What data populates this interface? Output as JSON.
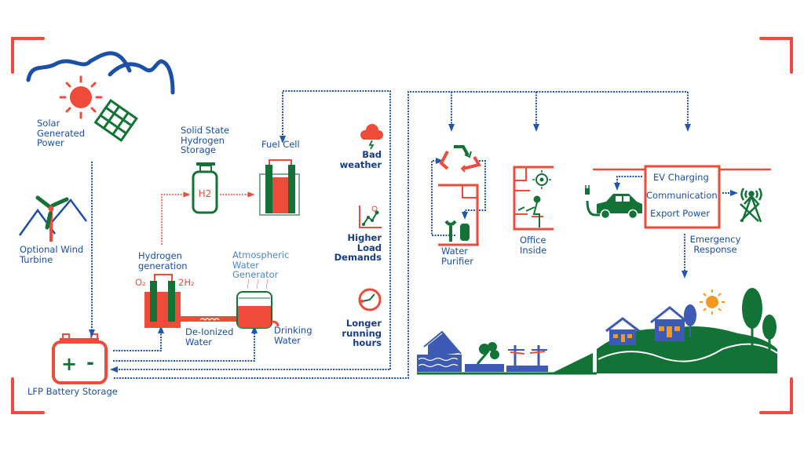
{
  "diagram": {
    "title": "Hybrid Energy Microgrid Resilience Diagram",
    "colors": {
      "accent_red": "#ef4b3a",
      "flow_blue": "#1f56b0",
      "label_blue": "#1a4fa3",
      "green": "#137337",
      "orange": "#f39a1d",
      "house_blue": "#3d5bb5"
    },
    "sources": {
      "solar": {
        "lines": [
          "Solar",
          "Generated",
          "Power"
        ],
        "icons": [
          "sun-icon",
          "solar-panel-icon"
        ]
      },
      "wind": {
        "lines": [
          "Optional Wind",
          "Turbine"
        ],
        "icon": "wind-turbine-icon"
      },
      "battery": {
        "label": "LFP Battery Storage",
        "icon": "battery-icon",
        "symbols": [
          "+",
          "-"
        ]
      }
    },
    "hydrogen": {
      "storage": {
        "lines": [
          "Solid State",
          "Hydrogen",
          "Storage"
        ],
        "tank_text": "H2"
      },
      "fuel_cell": {
        "label": "Fuel Cell"
      },
      "generation": {
        "lines": [
          "Hydrogen",
          "generation"
        ],
        "o2": "O₂",
        "h2": "2H₂"
      },
      "deionized": {
        "lines": [
          "De-Ionized",
          "Water"
        ]
      },
      "awg": {
        "lines": [
          "Atmospheric",
          "Water",
          "Generator"
        ]
      },
      "drinking": {
        "lines": [
          "Drinking",
          "Water"
        ]
      }
    },
    "conditions": [
      {
        "lines": [
          "Bad",
          "weather"
        ],
        "icon": "storm-cloud-icon"
      },
      {
        "lines": [
          "Higher",
          "Load",
          "Demands"
        ],
        "icon": "rising-chart-icon"
      },
      {
        "lines": [
          "Longer",
          "running",
          "hours"
        ],
        "icon": "clock-icon"
      }
    ],
    "loads": {
      "water_purifier": {
        "lines": [
          "Water",
          "Purifier"
        ]
      },
      "office": {
        "lines": [
          "Office",
          "Inside"
        ]
      },
      "services_box": {
        "items": [
          "EV Charging",
          "Communication",
          "Export Power"
        ]
      },
      "emergency": {
        "lines": [
          "Emergency",
          "Response"
        ]
      }
    },
    "scene": {
      "left": [
        "flooded-house-icon",
        "fallen-tree-icon",
        "broken-power-pole-icon"
      ],
      "right": [
        "village-houses-icon",
        "trees-icon",
        "sun-icon"
      ]
    }
  }
}
